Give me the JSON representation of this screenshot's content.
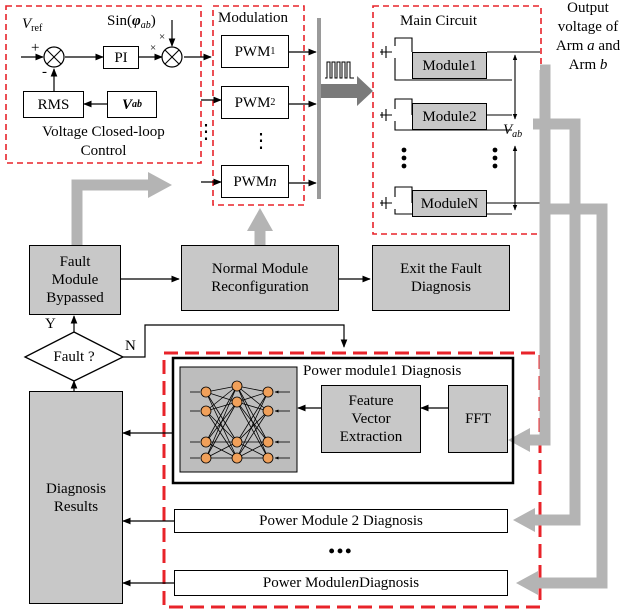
{
  "voltage_loop": {
    "vref_main": "V",
    "vref_sub": "ref",
    "sin_pre": "Sin(",
    "sin_phi": "φ",
    "sin_sub": "ab",
    "sin_post": ")",
    "plus": "+",
    "minus": "-",
    "times": "×",
    "pi": "PI",
    "rms": "RMS",
    "vab_main": "V",
    "vab_sub": "ab",
    "caption_line1": "Voltage Closed-loop",
    "caption_line2": "Control"
  },
  "modulation": {
    "title": "Modulation",
    "pwm_prefix": "PWM",
    "pwm1_sub": "1",
    "pwm2_sub": "2",
    "pwmn_sub": "n",
    "vdots": "⋮"
  },
  "main_circuit": {
    "title": "Main Circuit",
    "modules": [
      "Module1",
      "Module2",
      "ModuleN"
    ],
    "vdots": "⋮",
    "vab_main": "V",
    "vab_sub": "ab"
  },
  "output_label": {
    "line1": "Output",
    "line2": "voltage of",
    "line3_pre": "Arm ",
    "line3_it": "a",
    "line3_post": " and",
    "line4_pre": "Arm ",
    "line4_it": "b"
  },
  "flow": {
    "fault_bypass": [
      "Fault",
      "Module",
      "Bypassed"
    ],
    "reconfig": [
      "Normal Module",
      "Reconfiguration"
    ],
    "exit": [
      "Exit the Fault",
      "Diagnosis"
    ],
    "fault_question": "Fault ?",
    "yes": "Y",
    "no": "N"
  },
  "diagnosis": {
    "module1_title": "Power module1 Diagnosis",
    "feature": [
      "Feature",
      "Vector",
      "Extraction"
    ],
    "fft": "FFT",
    "module2": "Power Module 2 Diagnosis",
    "dots": "•••",
    "modulen_pre": "Power Module ",
    "modulen_it": "n",
    "modulen_post": " Diagnosis",
    "results": [
      "Diagnosis",
      "Results"
    ]
  },
  "colors": {
    "dashed_red": "#e8232a",
    "gray_fill": "#c8c8c8",
    "arrow_gray": "#b4b4b4",
    "arrow_dark": "#7a7a7a",
    "neuron": "#f0a05a"
  }
}
